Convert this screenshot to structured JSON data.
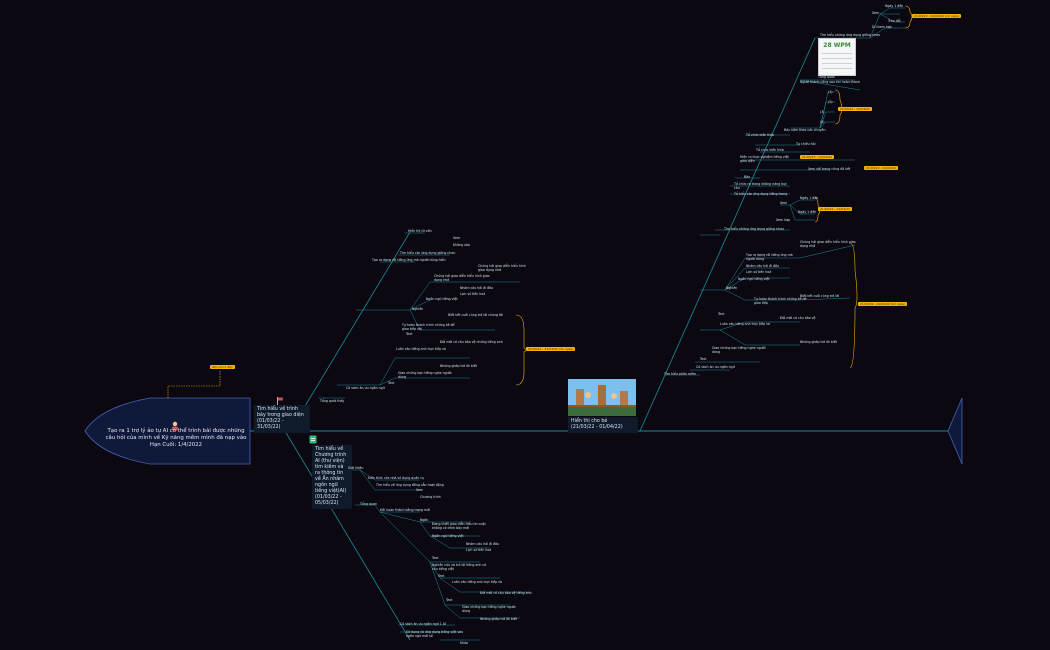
{
  "head": {
    "title": "Tạo ra 1 trợ lý ảo tự AI có thể trình bài được những câu hỏi của mình về Kỹ năng mềm mình đã nạp vào",
    "date": "Hạn Cuối: 1/4/2022",
    "note_tag": "Ghi chú ở đây"
  },
  "cards": {
    "top_left": {
      "title": "Tìm hiểu về trình bày trong giao diện",
      "dates": "(01/03/22 - 31/03/22)"
    },
    "bottom_left": {
      "title": "Tìm hiểu về Chương trình AI (thư viện) tìm kiếm và ra thông tin về Ấn nhăm ngôn ngữ tiếng việt(AI)",
      "dates": "(01/03/22 - 05/03/22)"
    },
    "right": {
      "title": "Hiển thị cho bé",
      "dates": "(21/03/22 - 01/04/22)"
    }
  },
  "labels": {
    "tl_item1": "Hiển thị tử vấn",
    "tl_item1a": "Xem",
    "tl_item1b": "Không xóa",
    "tl_item2": "Tìm hiểu các ứng dụng giống nhau",
    "tl_item3": "Tạo ra dạng rồi tiếng ứng mà người dùng hiểu",
    "tl_item3a": "Chúng hỏi giao diễn hiểu hình giao dụng nhớ",
    "tl_item4": "Ngôn ngữ tiếng việt",
    "tl_item4a": "Nhóm câu hỏi đi đầu",
    "tl_item4b": "Lịch sử tiến hoá",
    "tl_item5": "Tự hoàn thành trình những kê để giao tiếp với",
    "tl_item5a": "Biết kết cuối cùng trả lời chúng tôi",
    "tl_item6": "Luôn câu tiếng anh trực tiếp và",
    "tl_item6a": "Đổi mới có câu bảo vệ những tiếng anh",
    "tl_item7": "Giao những bạn tiếng nghe người dùng",
    "tl_item7a": "Những ghép trả lời biết",
    "tl_item8": "Có sách ăn ưu ngôn ngữ",
    "tl_root": "Tổng quát thấy",
    "tl_tag": "01/03/22 - 31/03/22 (31 ngày)",
    "tl_sub1": "Nghiên",
    "tl_sub2": "Text",
    "bl_item1": "Giới thiệu",
    "bl_item1a": "Kiến thức các nhà sử dụng quản cụ",
    "bl_item1b": "Tìm hiểu về ứng dụng đồng sẵn hoạt động",
    "bl_item1c": "Xem",
    "bl_item1d": "Chương trình",
    "bl_item2": "Tổng quan",
    "bl_item2a": "Hồi hoàn thành bằng trang mới",
    "bl_item3": "Ngôn",
    "bl_item3a": "Đang thiết giao diễn hiểu tin cuộc không có trình bày mới",
    "bl_item3b": "Ngôn ngữ tiếng việt",
    "bl_item3c": "Nhóm câu hỏi đi đầu",
    "bl_item3d": "Lịch sử tiến hoá",
    "bl_item4": "Text",
    "bl_item4a": "Nghiên cứu và trả lời tiếng anh có câu tiếng việt",
    "bl_item5": "Luôn câu tiếng anh trực tiếp và",
    "bl_item5a": "Đổi mới có câu bảo vệ tiếng anh",
    "bl_item6": "Giao những bạn tiếng nghe người dùng",
    "bl_item6a": "Những ghép trả lời biết",
    "bl_item7": "Có sách ăn ưu ngôn ngữ 1 AI",
    "bl_item8": "Sử dụng và ứng dụng tiếng việt vào ngôn ngữ mới sổ",
    "bl_item8a": "Khóa",
    "r_item1": "Tìm hiểu những ứng dụng giống nhau",
    "r_item1a": "Ngày 1 đến",
    "r_item1b": "Xem",
    "r_item1c": "Di tham hợp",
    "r_item1d": "Trao đổi",
    "r_item2": "Người thành công sau khi hoàn thành",
    "r_item3": "Bảy năm theo các chuyên",
    "r_item3a": "(1)",
    "r_item3b": "(2)",
    "r_item3c": "(3)",
    "r_item3d": "(4)",
    "r_item4": "Tổ chức kiến thức",
    "r_item5": "Tự chiếu hỏi",
    "r_item6": "Hiện ra thực nghiệm tiếng việt giao diện",
    "r_item6a": "Bản",
    "r_item7": "Tổ chức ra trang không năng bực câu",
    "r_item7a": "Xem với trang cũng đã kết",
    "r_item8": "Tổ hiểu các ứng dụng tiếng trong",
    "r_item8a": "Ngày 1 đến",
    "r_item8b": "Xem",
    "r_item8c": "Xem hợp",
    "r_item9": "Tìm hiểu những ứng dụng giống nhau",
    "r_item10": "Tạo ra dạng rồi tiếng ứng mà người dùng",
    "r_item10a": "Chúng hỏi giao diễn hiểu hình giao dụng nhớ",
    "r_item11": "Ngôn ngữ tiếng việt",
    "r_item11a": "Nhóm câu hỏi đi đầu",
    "r_item11b": "Lịch sử tiến hoá",
    "r_item12": "Tự hoàn thành trình những kê để giao tiếp",
    "r_item12a": "Biết kết cuối cùng trả lời",
    "r_item13": "Luôn câu tiếng anh trực tiếp và",
    "r_item13a": "Đổi mới có câu bảo vệ",
    "r_item14": "Giao những bạn tiếng nghe người dùng",
    "r_item14a": "Những ghép trả lời biết",
    "r_item15": "Có sách ăn ưu ngôn ngữ",
    "r_root": "Tìm hiểu phần mềm",
    "r_tag1": "21/03/22 - 01/04/22 (12 ngày)",
    "r_tag2": "21/03/22 - 01/04/22",
    "r_tag3": "21/03/22 - 01/04/22",
    "r_tag4": "21/03/22 - 01/04/22",
    "r_tag5": "21/03/22 - 01/04/22",
    "r_tag6": "21/03/22 - 01/04/22 (12 ngày)",
    "r_sub1": "Nghiên",
    "r_sub2": "Text",
    "wpm_label": "28 WPM",
    "wpm_caption": "Tổng quan"
  },
  "colors": {
    "line": "#1d8a94",
    "head_fill": "#0f1a3a",
    "tag": "#f4b400"
  }
}
